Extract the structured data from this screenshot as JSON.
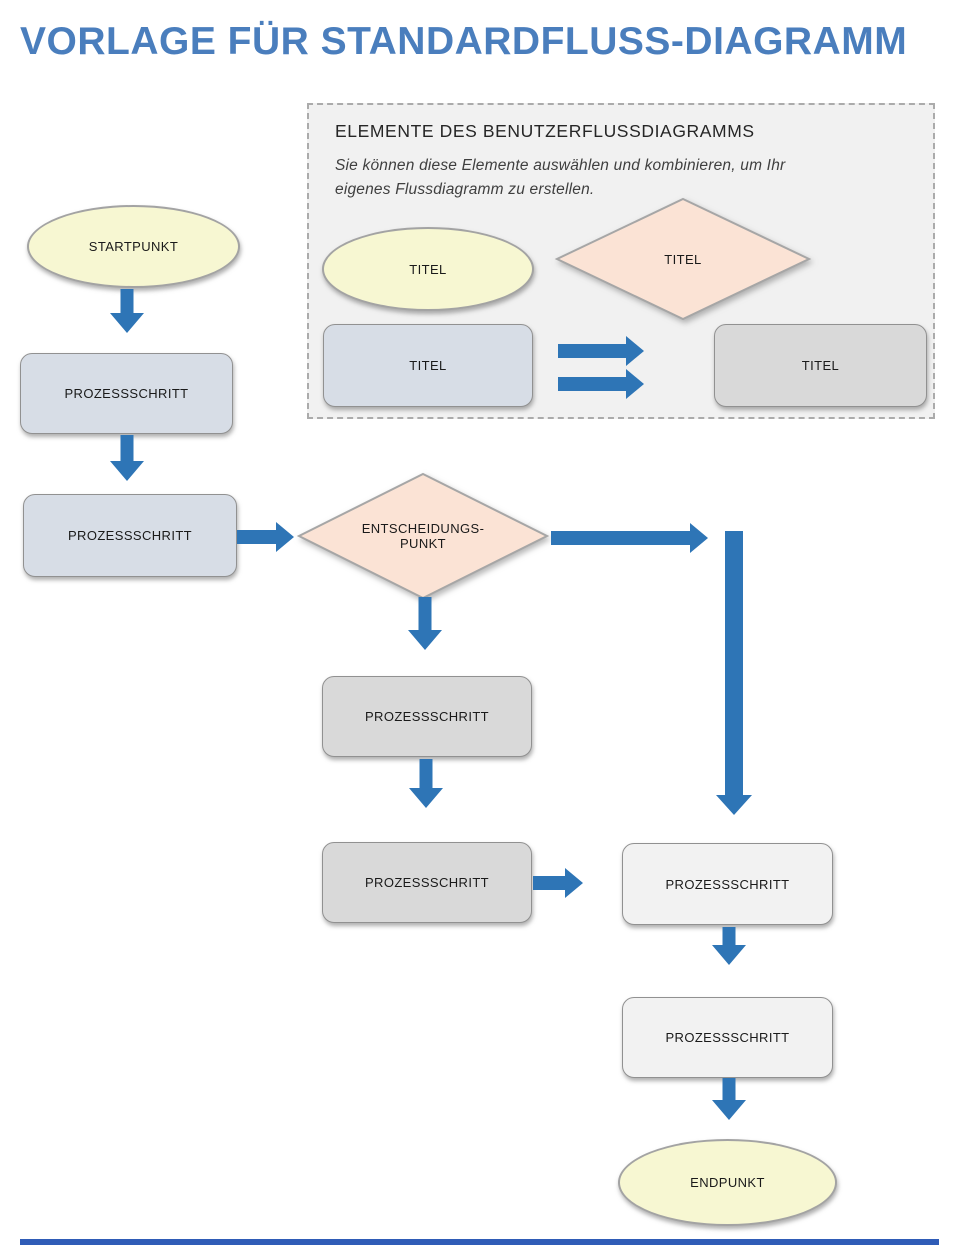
{
  "page": {
    "title": "VORLAGE FÜR STANDARDFLUSS-DIAGRAMM"
  },
  "legend": {
    "title": "ELEMENTE DES BENUTZERFLUSSDIAGRAMMS",
    "description_line1": "Sie können diese Elemente auswählen und kombinieren, um Ihr",
    "description_line2": "eigenes Flussdiagramm zu erstellen.",
    "ellipse_label": "TITEL",
    "diamond_label": "TITEL",
    "process_blue_label": "TITEL",
    "process_gray_label": "TITEL"
  },
  "flowchart": {
    "start_label": "STARTPUNKT",
    "process1_label": "PROZESSSCHRITT",
    "process2_label": "PROZESSSCHRITT",
    "decision_line1": "ENTSCHEIDUNGS-",
    "decision_line2": "PUNKT",
    "process3_label": "PROZESSSCHRITT",
    "process4_label": "PROZESSSCHRITT",
    "process5_label": "PROZESSSCHRITT",
    "process6_label": "PROZESSSCHRITT",
    "end_label": "ENDPUNKT"
  },
  "colors": {
    "title_blue": "#4a7ebd",
    "arrow_blue": "#2e75b6",
    "footer_blue": "#2f5cb7",
    "ellipse_fill": "#f7f7d2",
    "diamond_fill": "#fbe3d5",
    "process_blue_fill": "#d7dde6",
    "process_gray_fill": "#d9d9d9",
    "process_light_fill": "#f2f2f2",
    "legend_bg": "#f1f1f1"
  }
}
